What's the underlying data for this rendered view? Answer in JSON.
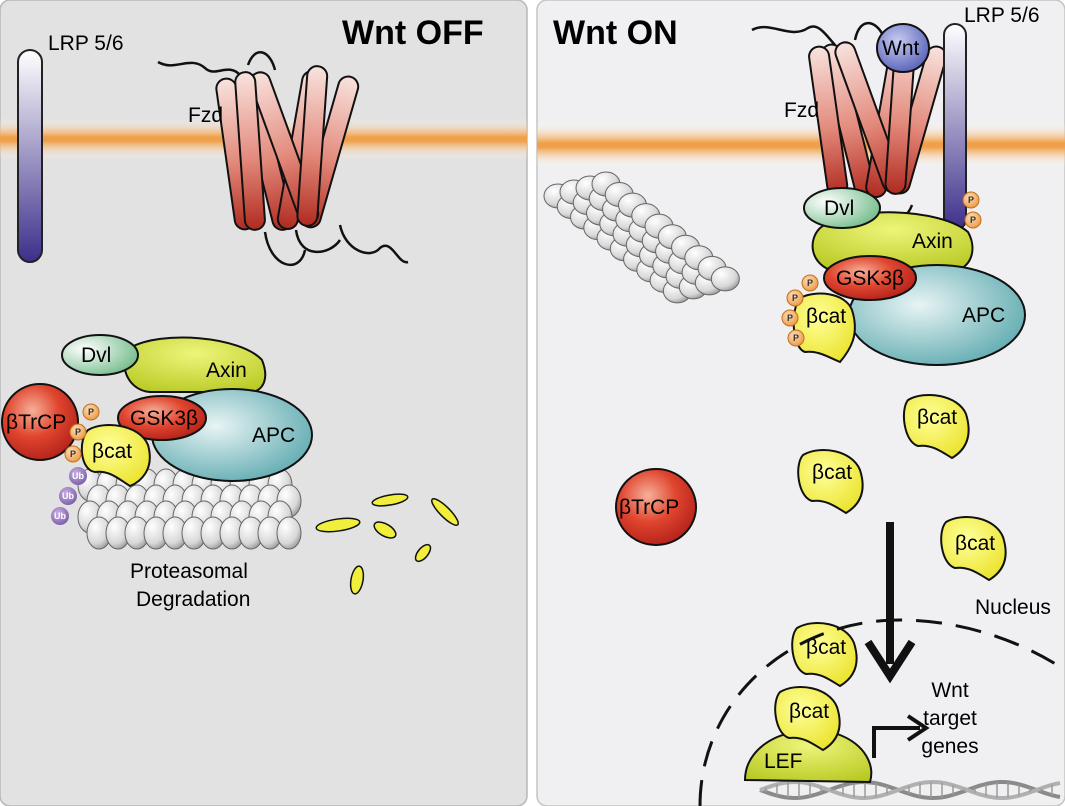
{
  "panels": {
    "off": {
      "title": "Wnt OFF"
    },
    "on": {
      "title": "Wnt ON"
    }
  },
  "labels": {
    "lrp": "LRP 5/6",
    "fzd": "Fzd",
    "wnt": "Wnt",
    "dvl": "Dvl",
    "axin": "Axin",
    "gsk3b": "GSK3β",
    "apc": "APC",
    "btrcp": "βTrCP",
    "bcat": "βcat",
    "phospho": "P",
    "ubiquitin": "Ub",
    "proteasomal": "Proteasomal",
    "degradation": "Degradation",
    "nucleus": "Nucleus",
    "lef": "LEF",
    "target_line1": "Wnt",
    "target_line2": "target",
    "target_line3": "genes"
  },
  "colors": {
    "panel_off": "#e2e2e2",
    "panel_on": "#f0f0f2",
    "membrane": "#f3a24a",
    "lrp": "#5a4fa0",
    "fzd_top": "#f4d4cf",
    "fzd_bottom": "#b8352a",
    "axin": "#c8d83a",
    "bcat": "#f2ee3c",
    "btrcp": "#d83a2a",
    "gsk3b": "#d83a2a",
    "apc": "#6fb7bd",
    "dvl": "#7dbf8e",
    "wnt": "#6f7ac8",
    "phospho": "#f3a24a",
    "ubiquitin": "#8a6fb0"
  }
}
